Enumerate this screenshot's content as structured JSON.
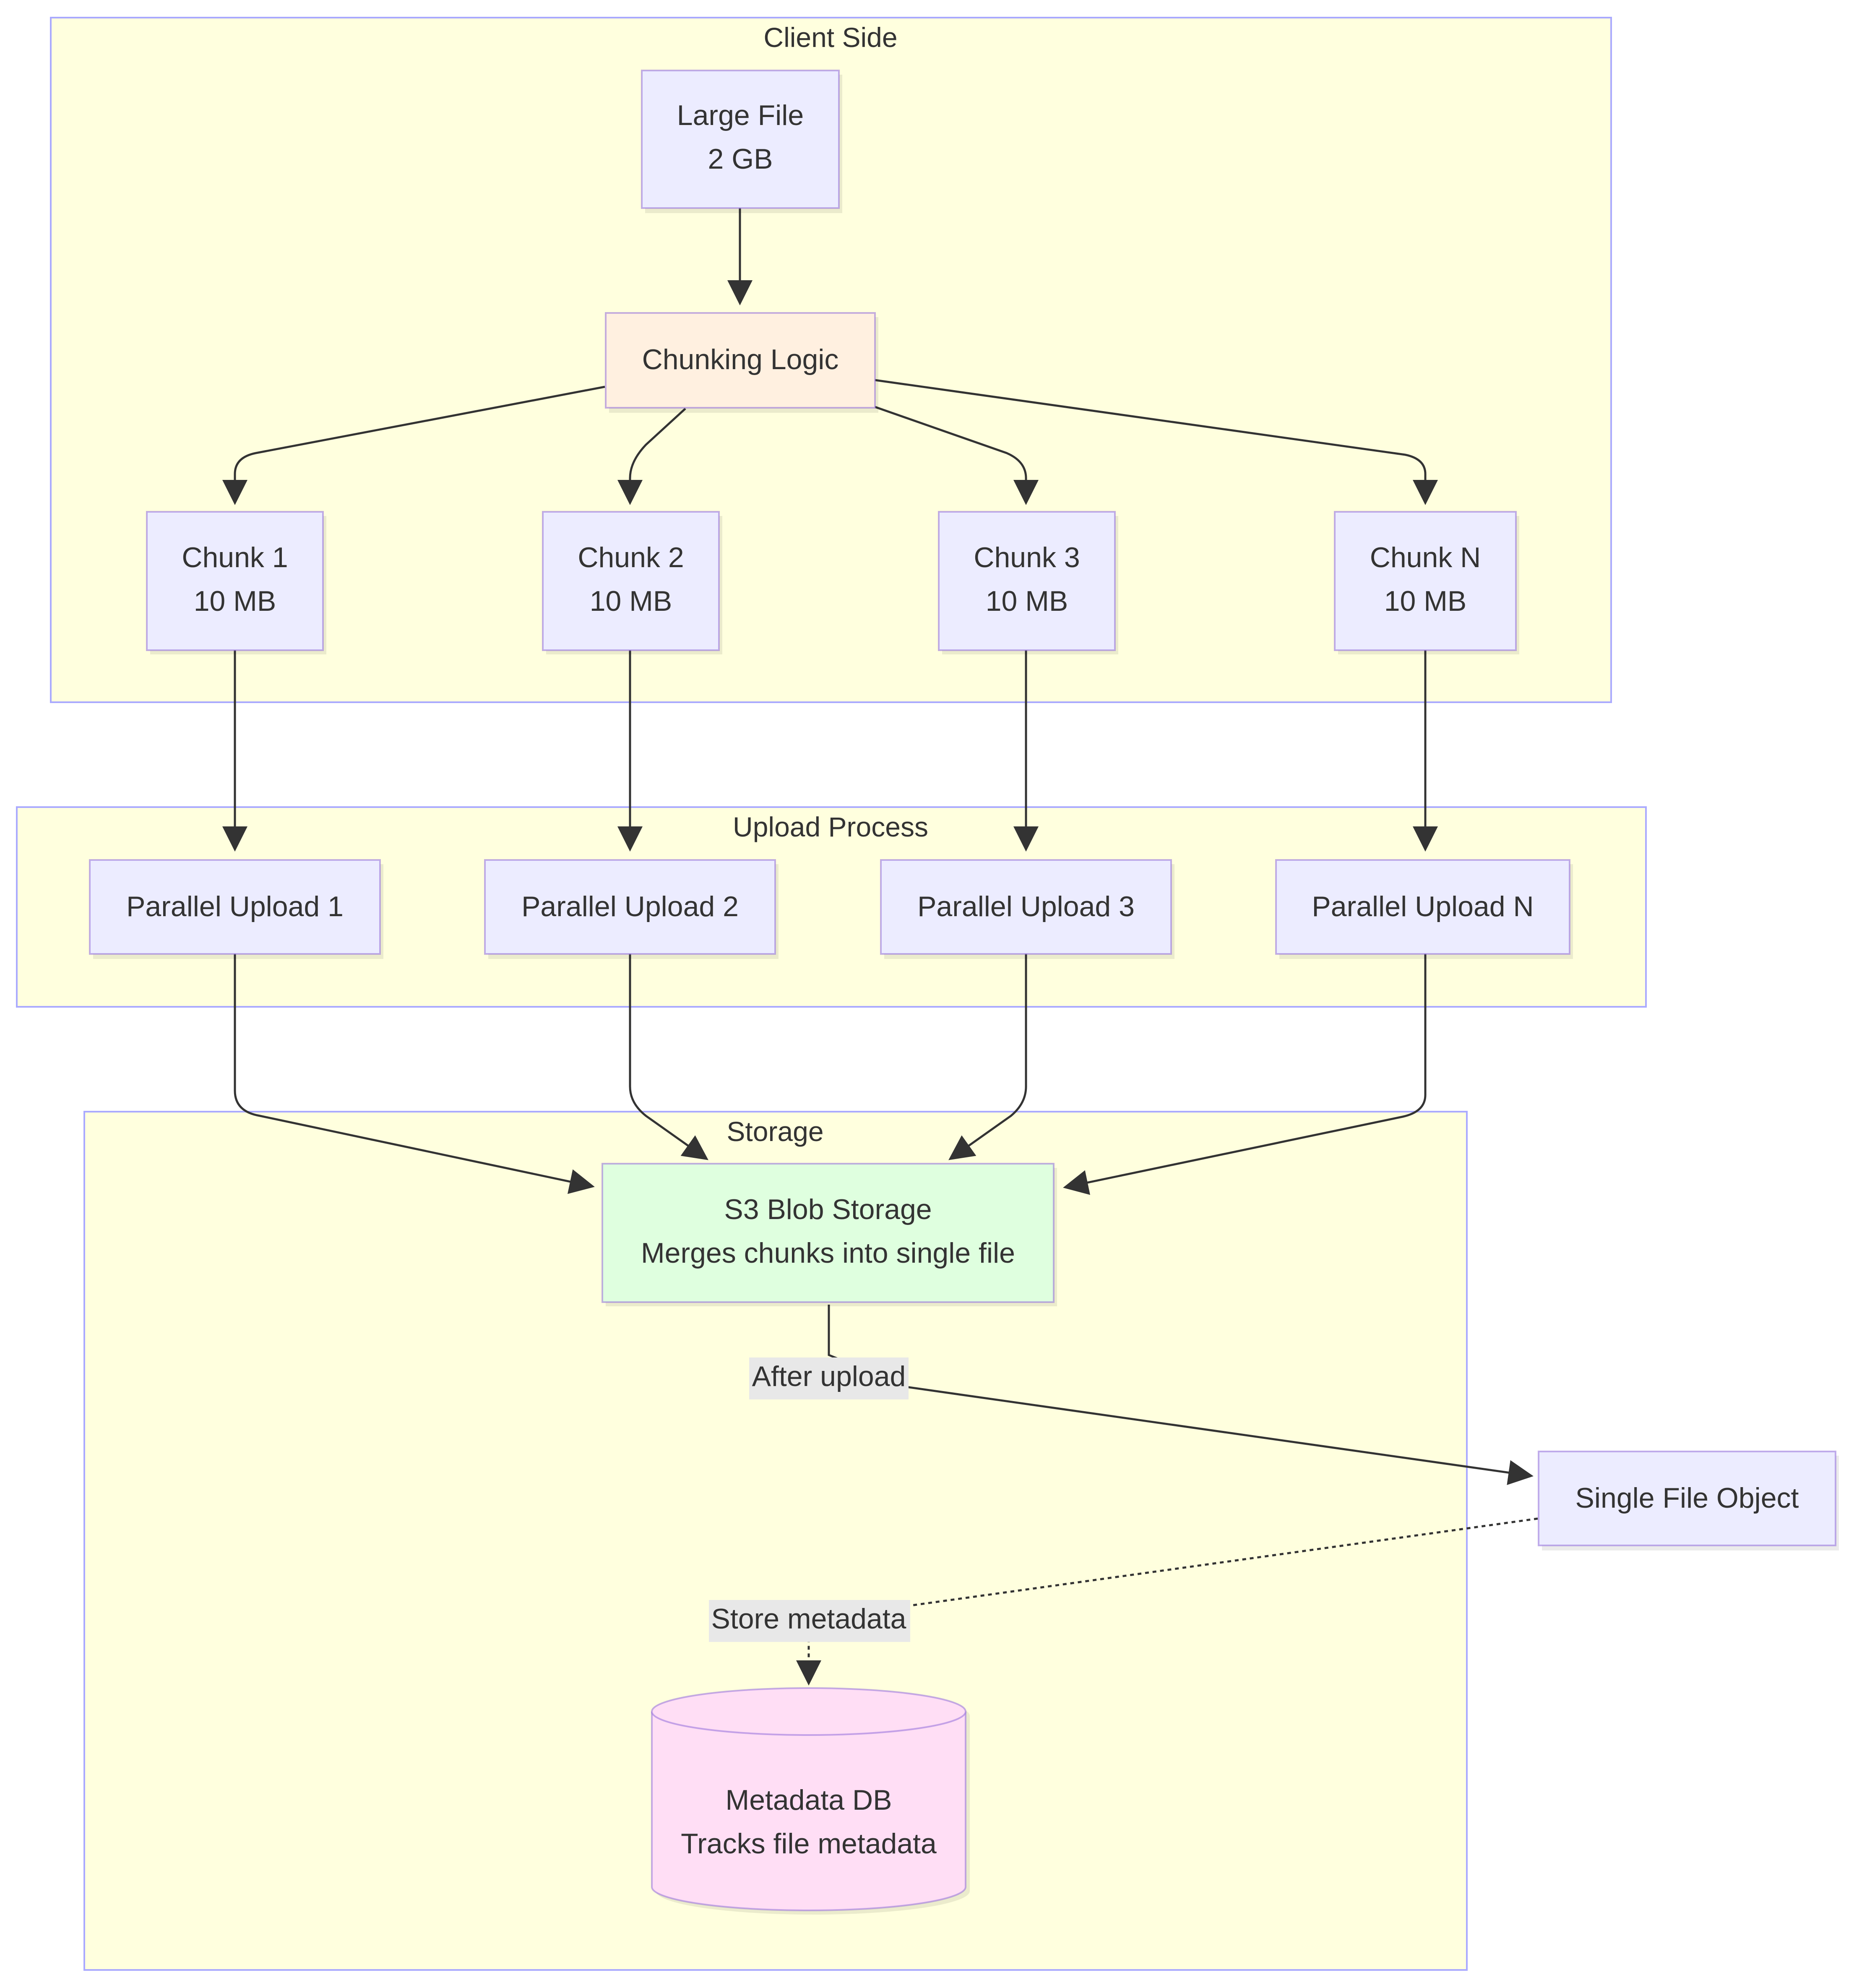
{
  "colors": {
    "cluster_fill": "#ffffde",
    "cluster_border": "#aaaaff",
    "node_fill": "#ececff",
    "chunking_fill": "#fff0e0",
    "storage_fill": "#dfffdf",
    "db_fill": "#ffdef5",
    "edge_color": "#333333",
    "edge_label_bg": "#e8e8e8"
  },
  "clusters": {
    "client": {
      "label": "Client Side"
    },
    "upload": {
      "label": "Upload Process"
    },
    "storage": {
      "label": "Storage"
    }
  },
  "nodes": {
    "large_file": {
      "line1": "Large File",
      "line2": "2 GB"
    },
    "chunking": {
      "line1": "Chunking Logic"
    },
    "chunk1": {
      "line1": "Chunk 1",
      "line2": "10 MB"
    },
    "chunk2": {
      "line1": "Chunk 2",
      "line2": "10 MB"
    },
    "chunk3": {
      "line1": "Chunk 3",
      "line2": "10 MB"
    },
    "chunkN": {
      "line1": "Chunk N",
      "line2": "10 MB"
    },
    "upload1": {
      "line1": "Parallel Upload 1"
    },
    "upload2": {
      "line1": "Parallel Upload 2"
    },
    "upload3": {
      "line1": "Parallel Upload 3"
    },
    "uploadN": {
      "line1": "Parallel Upload N"
    },
    "s3": {
      "line1": "S3 Blob Storage",
      "line2": "Merges chunks into single file"
    },
    "single_file": {
      "line1": "Single File Object"
    },
    "metadata_db": {
      "line1": "Metadata DB",
      "line2": "Tracks file metadata"
    }
  },
  "edge_labels": {
    "after_upload": "After upload",
    "store_metadata": "Store metadata"
  }
}
